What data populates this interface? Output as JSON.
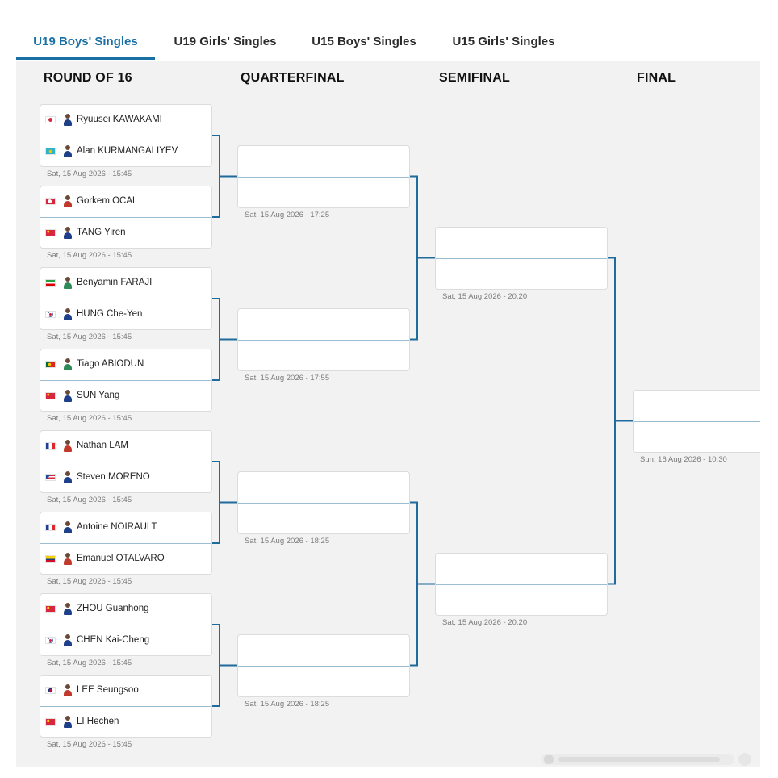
{
  "tabs": [
    {
      "label": "U19 Boys' Singles",
      "active": true
    },
    {
      "label": "U19 Girls' Singles",
      "active": false
    },
    {
      "label": "U15 Boys' Singles",
      "active": false
    },
    {
      "label": "U15 Girls' Singles",
      "active": false
    }
  ],
  "rounds": [
    {
      "title": "ROUND OF 16",
      "matches": [
        {
          "time": "Sat, 15 Aug 2026 - 15:45",
          "players": [
            {
              "name": "Ryuusei KAWAKAMI",
              "flag": "japan-flag-icon",
              "jersey": "#1e3f8a"
            },
            {
              "name": "Alan KURMANGALIYEV",
              "flag": "kazakhstan-flag-icon",
              "jersey": "#1e3f8a"
            }
          ]
        },
        {
          "time": "Sat, 15 Aug 2026 - 15:45",
          "players": [
            {
              "name": "Gorkem OCAL",
              "flag": "turkey-flag-icon",
              "jersey": "#c0392b"
            },
            {
              "name": "TANG Yiren",
              "flag": "china-flag-icon",
              "jersey": "#1e3f8a"
            }
          ]
        },
        {
          "time": "Sat, 15 Aug 2026 - 15:45",
          "players": [
            {
              "name": "Benyamin FARAJI",
              "flag": "iran-flag-icon",
              "jersey": "#2e8b57"
            },
            {
              "name": "HUNG Che-Yen",
              "flag": "chinese-taipei-flag-icon",
              "jersey": "#1e3f8a"
            }
          ]
        },
        {
          "time": "Sat, 15 Aug 2026 - 15:45",
          "players": [
            {
              "name": "Tiago ABIODUN",
              "flag": "portugal-flag-icon",
              "jersey": "#2e8b57"
            },
            {
              "name": "SUN Yang",
              "flag": "china-flag-icon",
              "jersey": "#1e3f8a"
            }
          ]
        },
        {
          "time": "Sat, 15 Aug 2026 - 15:45",
          "players": [
            {
              "name": "Nathan LAM",
              "flag": "france-flag-icon",
              "jersey": "#c0392b"
            },
            {
              "name": "Steven MORENO",
              "flag": "puerto-rico-flag-icon",
              "jersey": "#1e3f8a"
            }
          ]
        },
        {
          "time": "Sat, 15 Aug 2026 - 15:45",
          "players": [
            {
              "name": "Antoine NOIRAULT",
              "flag": "france-flag-icon",
              "jersey": "#1e3f8a"
            },
            {
              "name": "Emanuel OTALVARO",
              "flag": "colombia-flag-icon",
              "jersey": "#c0392b"
            }
          ]
        },
        {
          "time": "Sat, 15 Aug 2026 - 15:45",
          "players": [
            {
              "name": "ZHOU Guanhong",
              "flag": "china-flag-icon",
              "jersey": "#1e3f8a"
            },
            {
              "name": "CHEN Kai-Cheng",
              "flag": "chinese-taipei-flag-icon",
              "jersey": "#1e3f8a"
            }
          ]
        },
        {
          "time": "Sat, 15 Aug 2026 - 15:45",
          "players": [
            {
              "name": "LEE Seungsoo",
              "flag": "korea-flag-icon",
              "jersey": "#c0392b"
            },
            {
              "name": "LI Hechen",
              "flag": "china-flag-icon",
              "jersey": "#1e3f8a"
            }
          ]
        }
      ]
    },
    {
      "title": "QUARTERFINAL",
      "matches": [
        {
          "time": "Sat, 15 Aug 2026 - 17:25",
          "players": []
        },
        {
          "time": "Sat, 15 Aug 2026 - 17:55",
          "players": []
        },
        {
          "time": "Sat, 15 Aug 2026 - 18:25",
          "players": []
        },
        {
          "time": "Sat, 15 Aug 2026 - 18:25",
          "players": []
        }
      ]
    },
    {
      "title": "SEMIFINAL",
      "matches": [
        {
          "time": "Sat, 15 Aug 2026 - 20:20",
          "players": []
        },
        {
          "time": "Sat, 15 Aug 2026 - 20:20",
          "players": []
        }
      ]
    },
    {
      "title": "FINAL",
      "matches": [
        {
          "time": "Sun, 16 Aug 2026 - 10:30",
          "players": []
        }
      ]
    }
  ],
  "colors": {
    "accent": "#1a6fa5",
    "connector": "#1f6b9c",
    "panel_bg": "#f2f2f2",
    "divider": "#9cbcd2"
  }
}
